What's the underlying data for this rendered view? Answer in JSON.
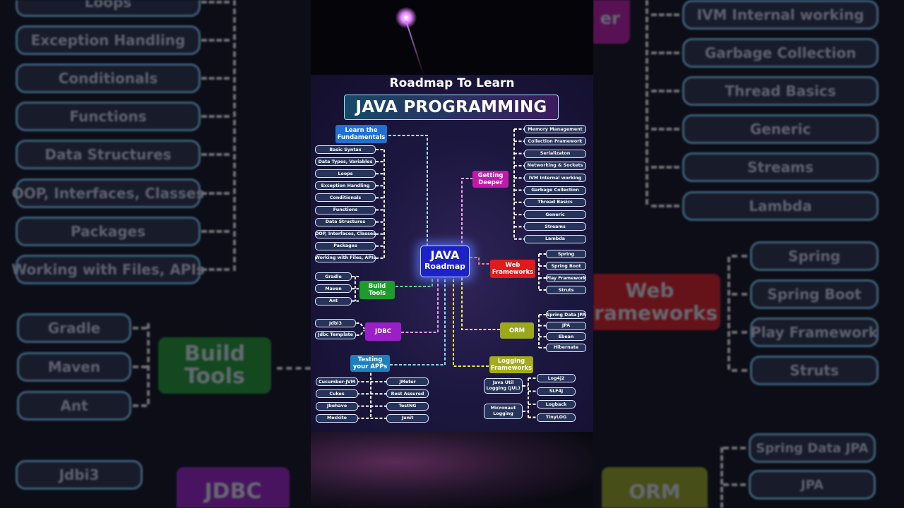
{
  "poster": {
    "subtitle": "Roadmap To Learn",
    "title": "JAVA PROGRAMMING",
    "center": {
      "line1": "JAVA",
      "line2": "Roadmap"
    }
  },
  "headers": {
    "fundamentals": "Learn the Fundamentals",
    "deeper": "Getting Deeper",
    "web": "Web Frameworks",
    "build": "Build Tools",
    "jdbc": "JDBC",
    "orm": "ORM",
    "testing": "Testing your APPs",
    "logging": "Logging Frameworks"
  },
  "fundamentals": [
    "Basic Syntax",
    "Data Types, Variables",
    "Loops",
    "Exception Handling",
    "Conditionals",
    "Functions",
    "Data Structures",
    "OOP, Interfaces, Classes",
    "Packages",
    "Working with Files, APIs"
  ],
  "deeper": [
    "Memory Management",
    "Collection Framework",
    "Serializaton",
    "Networking & Sockets",
    "IVM Internal working",
    "Garbage Collection",
    "Thread Basics",
    "Generic",
    "Streams",
    "Lambda"
  ],
  "web": [
    "Spring",
    "Spring Boot",
    "Play Framework",
    "Struts"
  ],
  "build": [
    "Gradle",
    "Maven",
    "Ant"
  ],
  "jdbc": [
    "Jdbi3",
    "Jdbc Template"
  ],
  "orm": [
    "Spring Data JPA",
    "JPA",
    "Ebean",
    "Hibernate"
  ],
  "testing": {
    "left": [
      "Cucumber-JVM",
      "Cukes",
      "Jbehave",
      "Mockito"
    ],
    "right": [
      "JMeter",
      "Rest Assured",
      "TestNG",
      "Junit"
    ]
  },
  "logging": {
    "groups": [
      "Java Util Logging (JUL)",
      "Micronaut Logging"
    ],
    "items": [
      "Log4j2",
      "SLF4J",
      "Logback",
      "TinyLOG"
    ]
  },
  "background": {
    "left_items": [
      "Loops",
      "Exception Handling",
      "Conditionals",
      "Functions",
      "Data Structures",
      "OOP, Interfaces, Classes",
      "Packages",
      "Working with Files, APIs"
    ],
    "left_lower": [
      "Gradle",
      "Maven",
      "Ant"
    ],
    "left_bottom": [
      "Jdbi3"
    ],
    "build_tools": "Build Tools",
    "jdbc": "JDBC",
    "right_top": [
      "IVM Internal working",
      "Garbage Collection",
      "Thread Basics",
      "Generic",
      "Streams",
      "Lambda"
    ],
    "right_mid": [
      "Spring",
      "Spring Boot",
      "Play Framework",
      "Struts"
    ],
    "right_bottom": [
      "Spring Data JPA",
      "JPA"
    ],
    "web_frameworks": "Web Frameworks",
    "orm": "ORM",
    "deeper_fragment": "g er"
  },
  "colors": {
    "fundamentals": "#1f6fd6",
    "deeper": "#c21aa8",
    "web": "#e01b1b",
    "build": "#1f9b2d",
    "jdbc": "#9b1fc7",
    "orm": "#9aa81a",
    "testing": "#1f7fbf",
    "logging": "#a3ac1a"
  }
}
